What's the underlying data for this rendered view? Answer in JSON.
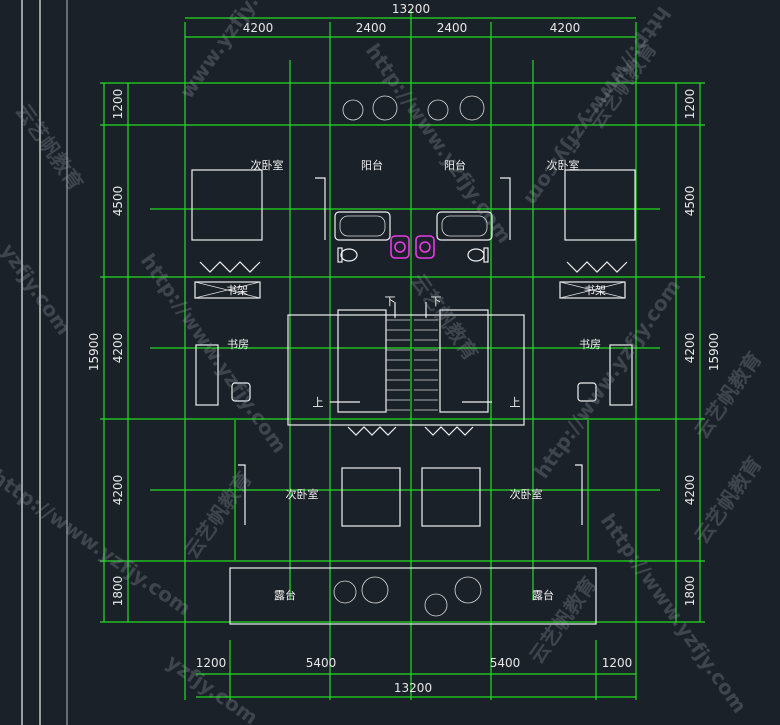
{
  "dimensions": {
    "top_total": "13200",
    "top_segments": [
      "4200",
      "2400",
      "2400",
      "4200"
    ],
    "bottom_total": "13200",
    "bottom_segments": [
      "1200",
      "5400",
      "5400",
      "1200"
    ],
    "left_total": "15900",
    "left_segments": [
      "1200",
      "4500",
      "4200",
      "4200",
      "1800"
    ],
    "right_total": "15900",
    "right_segments": [
      "1200",
      "4500",
      "4200",
      "4200",
      "1800"
    ]
  },
  "rooms": {
    "bedroom_top_left": "次卧室",
    "balcony_left": "阳台",
    "balcony_right": "阳台",
    "bedroom_top_right": "次卧室",
    "bookshelf_left": "书架",
    "bookshelf_right": "书架",
    "study_left": "书房",
    "study_right": "书房",
    "bedroom_bottom_left": "次卧室",
    "bedroom_bottom_right": "次卧室",
    "terrace_left": "露台",
    "terrace_right": "露台"
  },
  "stairs": {
    "down_left": "下",
    "down_right": "下",
    "up_left": "上",
    "up_right": "上"
  },
  "watermarks": [
    "www.yzfjy.com",
    "http://www.yzfjy.com",
    "云艺帆教育",
    "http://www.yzfjy.com",
    "云艺帆教育",
    "http://www.yzfjy.com",
    "云艺帆教育",
    "http://www.yzfjy.com",
    "云艺帆教育",
    "yzfjy.com",
    "云艺帆教育",
    "http://www.yzfjy.com",
    "云艺帆教育",
    "yzfjy.com",
    "http://www.yzfjy.com",
    "云艺帆教育"
  ],
  "colors": {
    "background": "#1b2128",
    "grid": "#22dd22",
    "walls": "#f0f0f0",
    "fixture_accent": "#e63ce6"
  }
}
